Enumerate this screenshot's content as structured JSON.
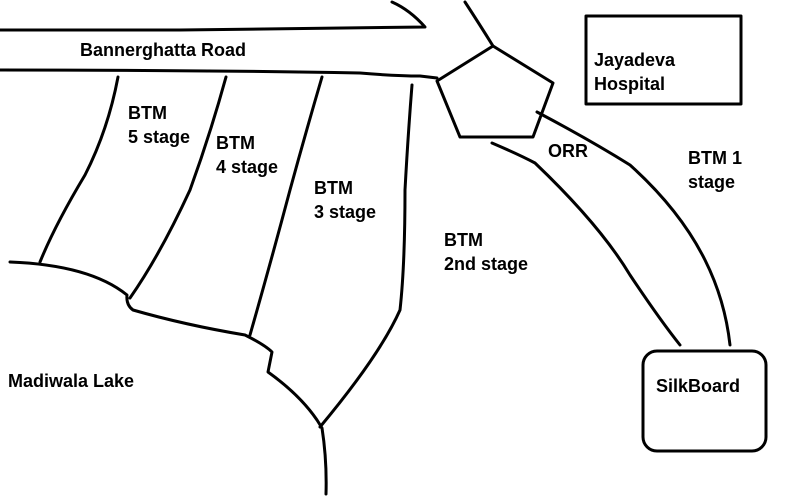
{
  "labels": {
    "bannerghatta_road": "Bannerghatta Road",
    "btm5": [
      "BTM",
      "5 stage"
    ],
    "btm4": [
      "BTM",
      "4 stage"
    ],
    "btm3": [
      "BTM",
      "3 stage"
    ],
    "btm2": [
      "BTM",
      "2nd stage"
    ],
    "btm1": [
      "BTM 1",
      "stage"
    ],
    "orr": "ORR",
    "jayadeva": [
      "Jayadeva",
      "Hospital"
    ],
    "silkboard": "SilkBoard",
    "madiwala": "Madiwala Lake"
  },
  "colors": {
    "ink": "#000000",
    "background": "#ffffff"
  }
}
